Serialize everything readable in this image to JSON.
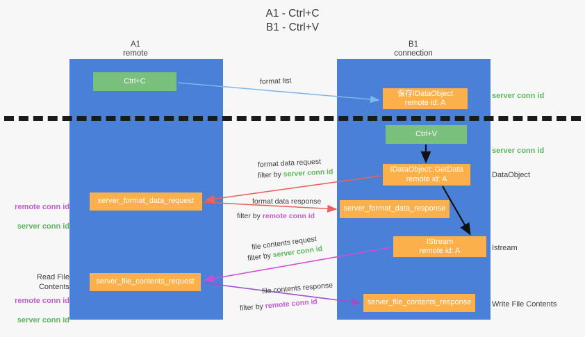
{
  "title": "A1 - Ctrl+C\nB1 - Ctrl+V",
  "lanes": [
    {
      "name": "A1",
      "label": "A1\nremote"
    },
    {
      "name": "B1",
      "label": "B1\nconnection"
    }
  ],
  "nodes": {
    "ctrl_c": "Ctrl+C",
    "save_idataobject": "保存IDataObject\nremote id: A",
    "ctrl_v": "Ctrl+V",
    "getdata": "IDataObject::GetData\nremote id: A",
    "server_format_data_request": "server_format_data_request",
    "server_format_data_response": "server_format_data_response",
    "istream": "IStream\nremote id: A",
    "server_file_contents_request": "server_file_contents_request",
    "server_file_contents_response": "server_file_contents_response"
  },
  "edges": {
    "format_list": "format list",
    "format_data_request": "format data request",
    "format_data_request_filter_prefix": "filter by ",
    "format_data_request_filter_value": "server conn id",
    "format_data_response": "format data response",
    "format_data_response_filter_prefix": "filter by ",
    "format_data_response_filter_value": "remote conn id",
    "file_contents_request": "file contents request",
    "file_contents_request_filter_prefix": "filter by ",
    "file_contents_request_filter_value": "server conn id",
    "file_contents_response": "file contents response",
    "file_contents_response_filter_prefix": "filter by ",
    "file_contents_response_filter_value": "remote conn id"
  },
  "right_notes": {
    "server_conn_id_top": "server conn id",
    "server_conn_id_mid": "server conn id",
    "dataobject": "DataObject",
    "istream": "Istream",
    "write_file_contents": "Write File Contents"
  },
  "left_notes": {
    "remote_conn_id_1": "remote conn id",
    "server_conn_id_1": "server conn id",
    "read_file_contents": "Read File Contents",
    "remote_conn_id_2": "remote conn id",
    "server_conn_id_2": "server conn id"
  },
  "colors": {
    "lane": "#4a80d8",
    "green_node": "#79c07c",
    "orange_node": "#fcb04b",
    "server_conn_id": "#5cb85c",
    "remote_conn_id": "#c45cd1",
    "arrow_blue": "#7fb8e8",
    "arrow_red": "#e8635f",
    "arrow_magenta": "#cf4fd4",
    "arrow_purple": "#9b52c9",
    "arrow_black": "#111111",
    "background": "#f7f7f7"
  }
}
